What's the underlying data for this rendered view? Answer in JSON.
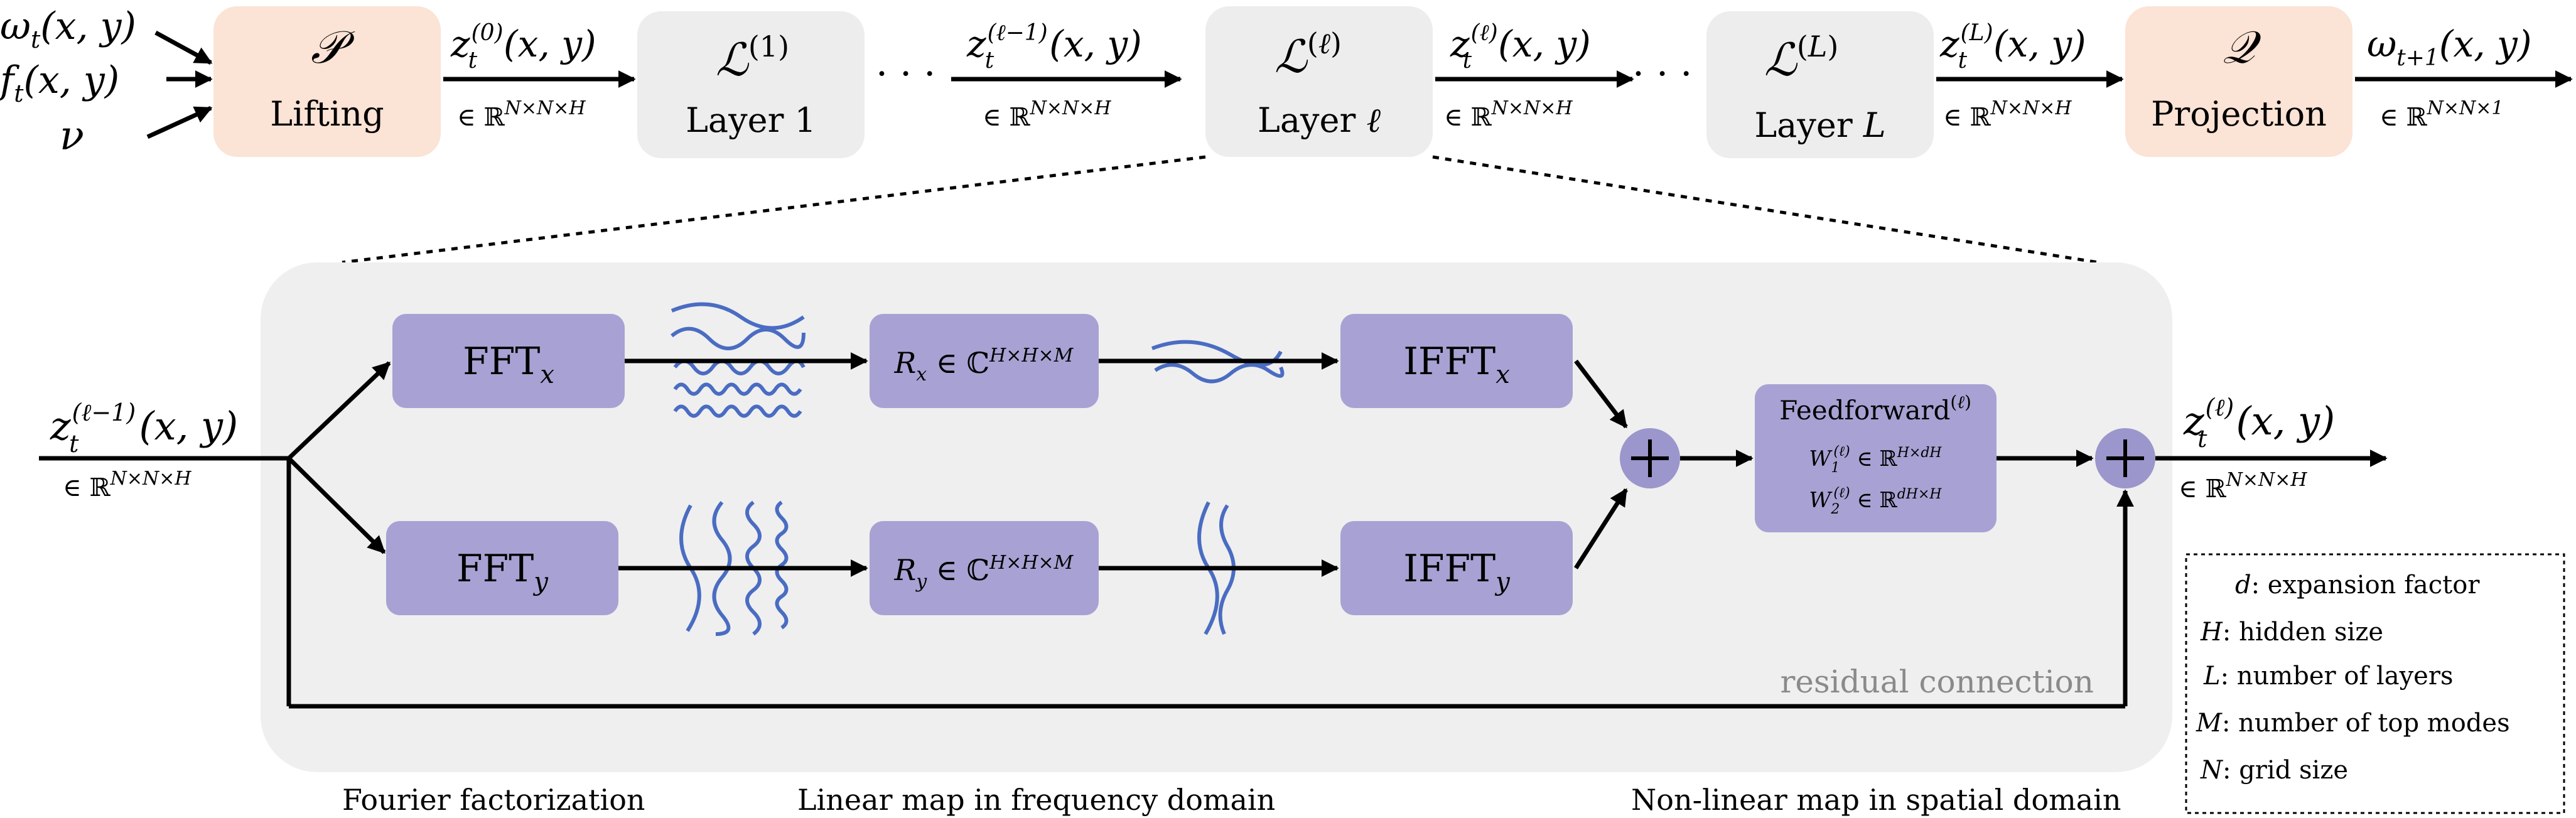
{
  "colors": {
    "peach_box": "#fbe3d5",
    "gray_box": "#ededed",
    "purple_box": "#a7a2d3",
    "purple_circle": "#9b96cc",
    "panel_bg": "#efefef",
    "wave_blue": "#4a6cc2",
    "residual_text": "#8a8a8a",
    "line": "#000000"
  },
  "top_row": {
    "inputs": [
      "ω",
      "f",
      "ν"
    ],
    "input_omega": "ωt(x, y)",
    "input_f": "ft(x, y)",
    "input_nu": "ν",
    "lifting": {
      "symbol": "P",
      "label": "Lifting"
    },
    "layer1": {
      "symbol": "L(1)",
      "label": "Layer 1"
    },
    "layer_l": {
      "symbol": "L(ℓ)",
      "label": "Layer ℓ"
    },
    "layer_L": {
      "symbol": "L(L)",
      "label": "Layer L"
    },
    "projection": {
      "symbol": "Q",
      "label": "Projection"
    },
    "edge_z0": "z(0)t(x, y)",
    "edge_zlm1": "z(ℓ−1)t(x, y)",
    "edge_zl": "z(ℓ)t(x, y)",
    "edge_zL": "z(L)t(x, y)",
    "edge_out": "ωt+1(x, y)",
    "space_NNH": "∈ ℝN×N×H",
    "space_NN1": "∈ ℝN×N×1",
    "ellipsis": "· · ·"
  },
  "detail": {
    "input_label": "z(ℓ−1)t(x, y)",
    "input_space": "∈ ℝN×N×H",
    "fft_x": "FFTx",
    "fft_y": "FFTy",
    "rx": "Rx ∈ ℂH×H×M",
    "ry": "Ry ∈ ℂH×H×M",
    "ifft_x": "IFFTx",
    "ifft_y": "IFFTy",
    "feedforward": "Feedforward(ℓ)",
    "w1": "W1(ℓ) ∈ ℝH×dH",
    "w2": "W2(ℓ) ∈ ℝdH×H",
    "output_label": "z(ℓ)t(x, y)",
    "output_space": "∈ ℝN×N×H",
    "residual": "residual connection"
  },
  "captions": {
    "fourier": "Fourier factorization",
    "linear": "Linear map in frequency domain",
    "nonlinear": "Non-linear map in spatial domain"
  },
  "legend": [
    {
      "symbol": "d",
      "text": ": expansion factor"
    },
    {
      "symbol": "H",
      "text": ": hidden size"
    },
    {
      "symbol": "L",
      "text": ": number of layers"
    },
    {
      "symbol": "M",
      "text": ": number of top modes"
    },
    {
      "symbol": "N",
      "text": ": grid size"
    }
  ]
}
